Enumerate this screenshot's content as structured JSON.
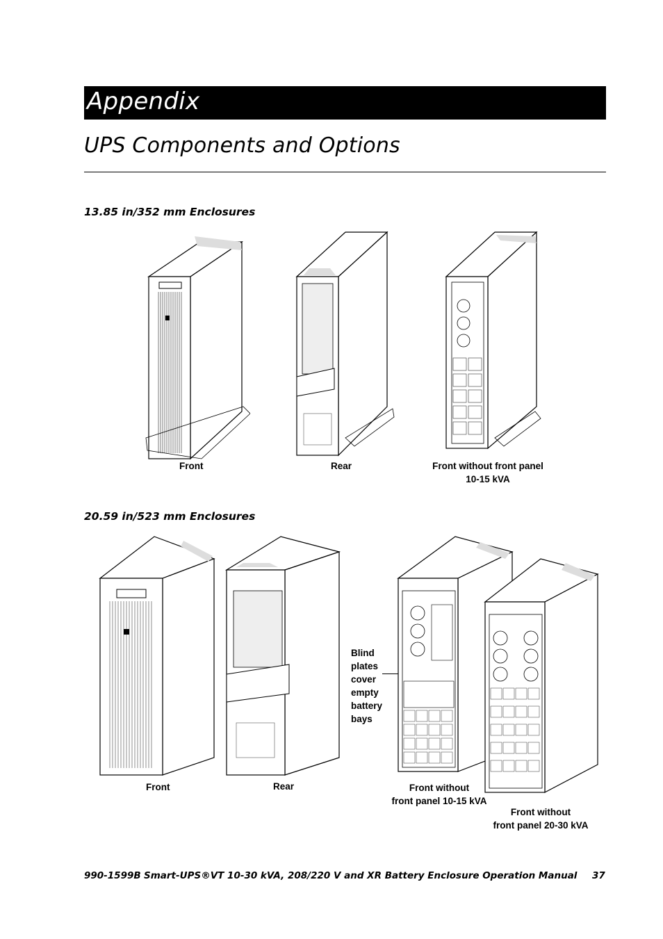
{
  "banner": {
    "title": "Appendix"
  },
  "page_title": "UPS Components and Options",
  "section1": {
    "heading": "13.85 in/352 mm Enclosures",
    "captions": {
      "front": "Front",
      "rear": "Rear",
      "front_without_panel_line1": "Front without front panel",
      "front_without_panel_line2": "10-15 kVA"
    }
  },
  "section2": {
    "heading": "20.59 in/523 mm Enclosures",
    "captions": {
      "front": "Front",
      "rear": "Rear",
      "fw1015_line1": "Front without",
      "fw1015_line2": "front panel 10-15 kVA",
      "fw2030_line1": "Front without",
      "fw2030_line2": "front panel 20-30 kVA"
    },
    "callout": [
      "Blind",
      "plates",
      "cover",
      "empty",
      "battery",
      "bays"
    ]
  },
  "footer": {
    "doc_id": "990-1599B",
    "doc_title": "Smart-UPS®VT 10-30 kVA, 208/220 V and XR Battery Enclosure Operation Manual",
    "page_number": "37"
  }
}
